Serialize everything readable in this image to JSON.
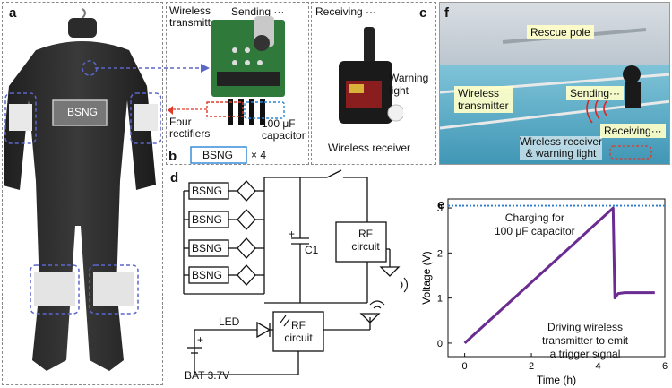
{
  "panels": {
    "a": {
      "letter": "a",
      "bsng_label": "BSNG"
    },
    "b": {
      "letter": "b",
      "wireless_transmitter": "Wireless\ntransmitter",
      "sending": "Sending ···",
      "four_rectifiers": "Four\nrectifiers",
      "capacitor": "100 μF\ncapacitor",
      "bsng": "BSNG",
      "times4": "× 4"
    },
    "c": {
      "letter": "c",
      "receiving": "Receiving ···",
      "warning_light": "Warning\nlight",
      "wireless_receiver": "Wireless receiver"
    },
    "d": {
      "letter": "d",
      "bsng": "BSNG",
      "c1": "C1",
      "rf_circuit": "RF\ncircuit",
      "led": "LED",
      "bat": "BAT 3.7V",
      "plus": "+"
    },
    "e": {
      "letter": "e"
    },
    "f": {
      "letter": "f",
      "rescue_pole": "Rescue pole",
      "wireless_transmitter": "Wireless\ntransmitter",
      "sending": "Sending···",
      "receiving": "Receiving···",
      "receiver_light": "Wireless receiver\n& warning light"
    }
  },
  "colors": {
    "series": "#6a2c91",
    "reference": "#2a7ad4",
    "dashed_blue": "#5b66c9",
    "dashed_red": "#e03a2a"
  },
  "chart_data": {
    "type": "line",
    "xlabel": "Time (h)",
    "ylabel": "Voltage (V)",
    "xlim": [
      -0.5,
      6
    ],
    "ylim": [
      -0.3,
      3.2
    ],
    "xticks": [
      0,
      2,
      4,
      6
    ],
    "yticks": [
      0,
      1,
      2,
      3
    ],
    "series": [
      {
        "x": [
          0,
          4.45,
          4.5,
          4.6,
          4.8,
          5.0,
          5.3,
          5.7
        ],
        "y": [
          0,
          3.0,
          1.0,
          1.1,
          1.12,
          1.12,
          1.12,
          1.12
        ]
      }
    ],
    "reference_line": 3.05,
    "annotations": [
      "Charging for\n100 μF capacitor",
      "Driving wireless\ntransmitter to emit\na trigger signal"
    ]
  }
}
